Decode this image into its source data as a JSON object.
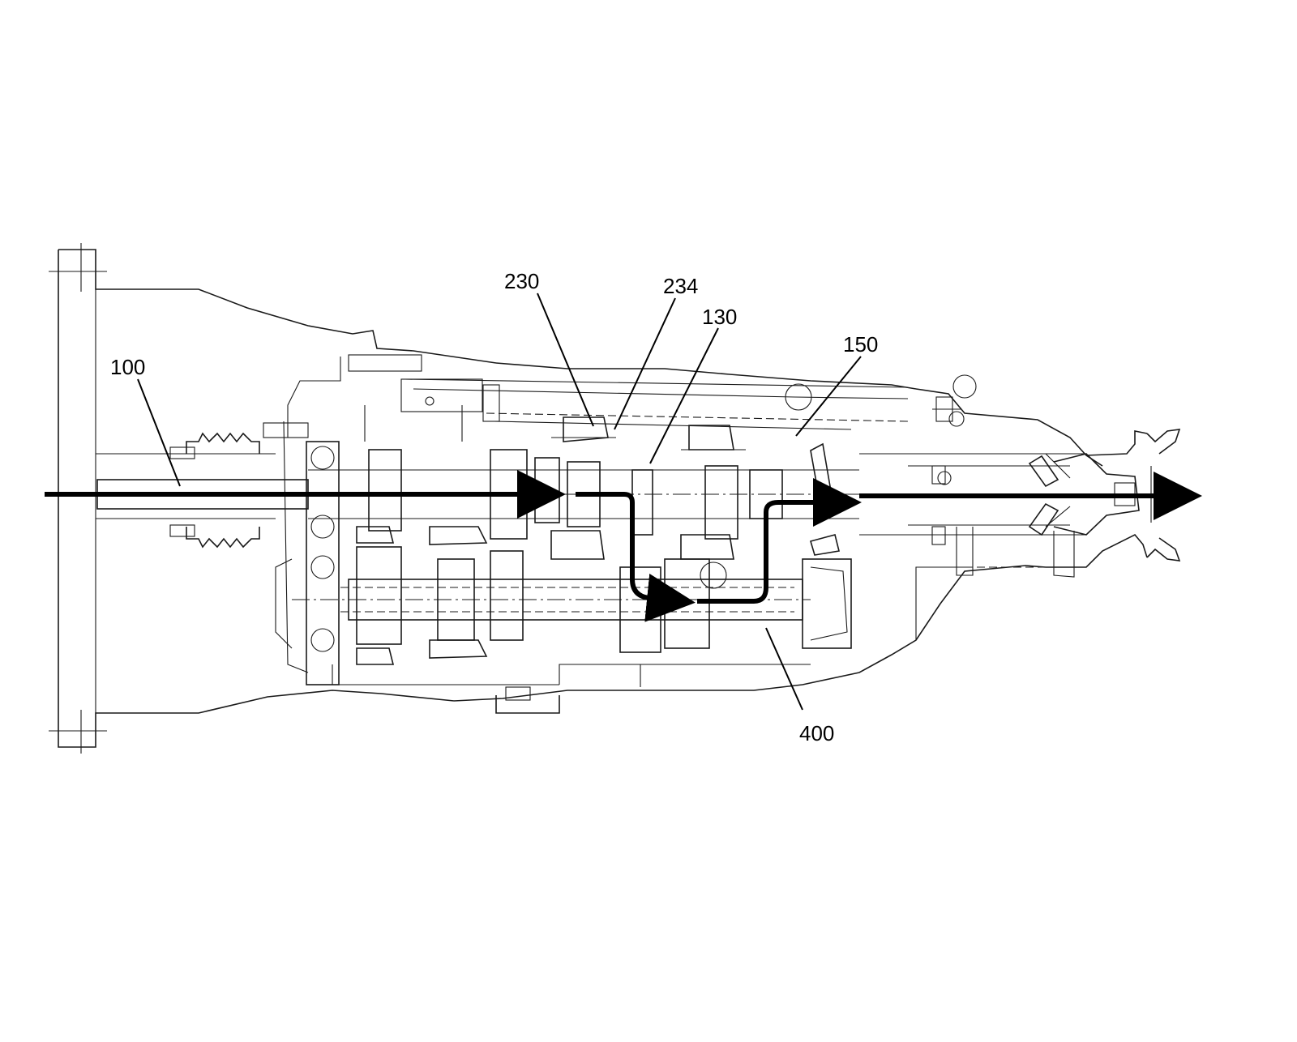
{
  "labels": {
    "l100": "100",
    "l230": "230",
    "l234": "234",
    "l130": "130",
    "l150": "150",
    "l400": "400"
  }
}
